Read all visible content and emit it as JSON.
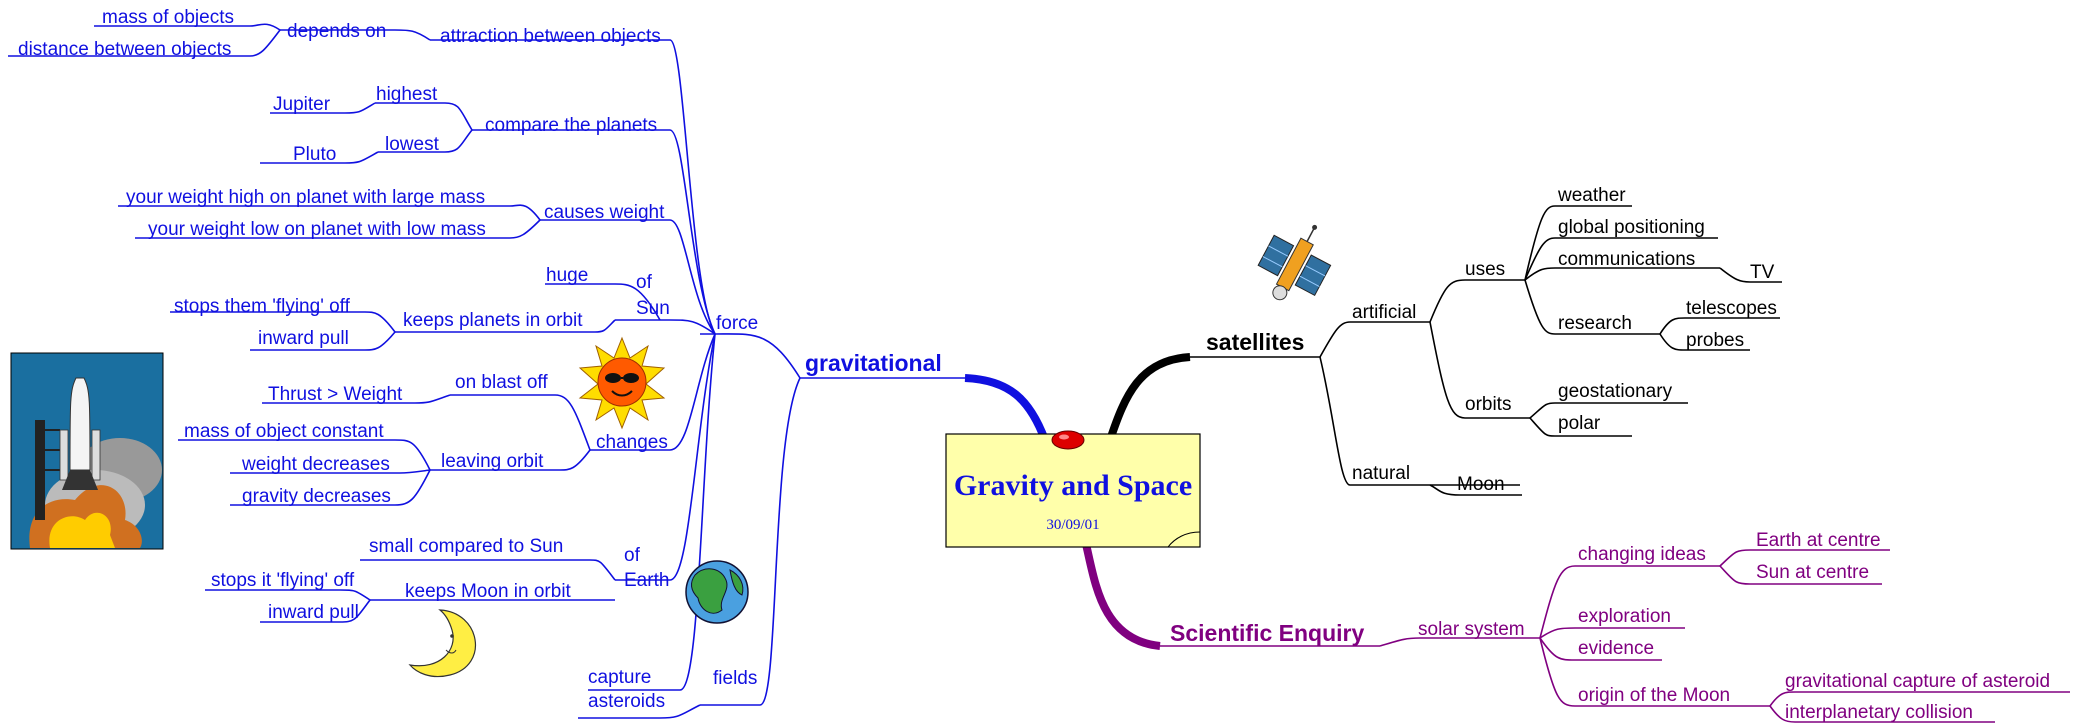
{
  "center": {
    "title": "Gravity and Space",
    "date": "30/09/01"
  },
  "colors": {
    "gravitational": "#1010e0",
    "satellites": "#000000",
    "enquiry": "#800080",
    "note": "#ffffaa",
    "pin": "#dd0000"
  },
  "icons": [
    "space-shuttle-icon",
    "sun-with-sunglasses-icon",
    "earth-globe-icon",
    "crescent-moon-icon",
    "satellite-icon"
  ],
  "gravitational": {
    "label": "gravitational",
    "force": {
      "label": "force",
      "attraction": {
        "label": "attraction between objects",
        "depends_on": "depends on",
        "mass": "mass of objects",
        "distance": "distance between objects"
      },
      "compare": {
        "label": "compare the planets",
        "highest": "highest",
        "jupiter": "Jupiter",
        "lowest": "lowest",
        "pluto": "Pluto"
      },
      "causes": {
        "label": "causes weight",
        "high": "your weight high on planet with large mass",
        "low": "your weight low on planet with low mass"
      },
      "of_sun": {
        "of": "of",
        "sun": "Sun",
        "huge": "huge",
        "keeps": "keeps planets in orbit",
        "stops": "stops them 'flying' off",
        "inward": "inward pull"
      },
      "changes": {
        "label": "changes",
        "blast": "on blast off",
        "thrust": "Thrust > Weight",
        "leaving": "leaving orbit",
        "mass_const": "mass of object constant",
        "weight_dec": "weight decreases",
        "gravity_dec": "gravity decreases"
      },
      "of_earth": {
        "of": "of",
        "earth": "Earth",
        "small": "small compared to Sun",
        "keeps": "keeps Moon in orbit",
        "stops": "stops it 'flying' off",
        "inward": "inward pull"
      }
    },
    "fields": {
      "label": "fields",
      "capture_1": "capture",
      "capture_2": "asteroids"
    }
  },
  "satellites": {
    "label": "satellites",
    "artificial": {
      "label": "artificial",
      "uses": {
        "label": "uses",
        "weather": "weather",
        "gps": "global positioning",
        "comms": "communications",
        "tv": "TV",
        "research": "research",
        "telescopes": "telescopes",
        "probes": "probes"
      },
      "orbits": {
        "label": "orbits",
        "geo": "geostationary",
        "polar": "polar"
      }
    },
    "natural": {
      "label": "natural",
      "moon": "Moon"
    }
  },
  "enquiry": {
    "label": "Scientific Enquiry",
    "solar": {
      "label": "solar system",
      "changing": "changing ideas",
      "earth_centre": "Earth at centre",
      "sun_centre": "Sun at centre",
      "exploration": "exploration",
      "evidence": "evidence",
      "origin": "origin of the Moon",
      "capture": "gravitational capture of asteroid",
      "collision": "interplanetary collision"
    }
  }
}
